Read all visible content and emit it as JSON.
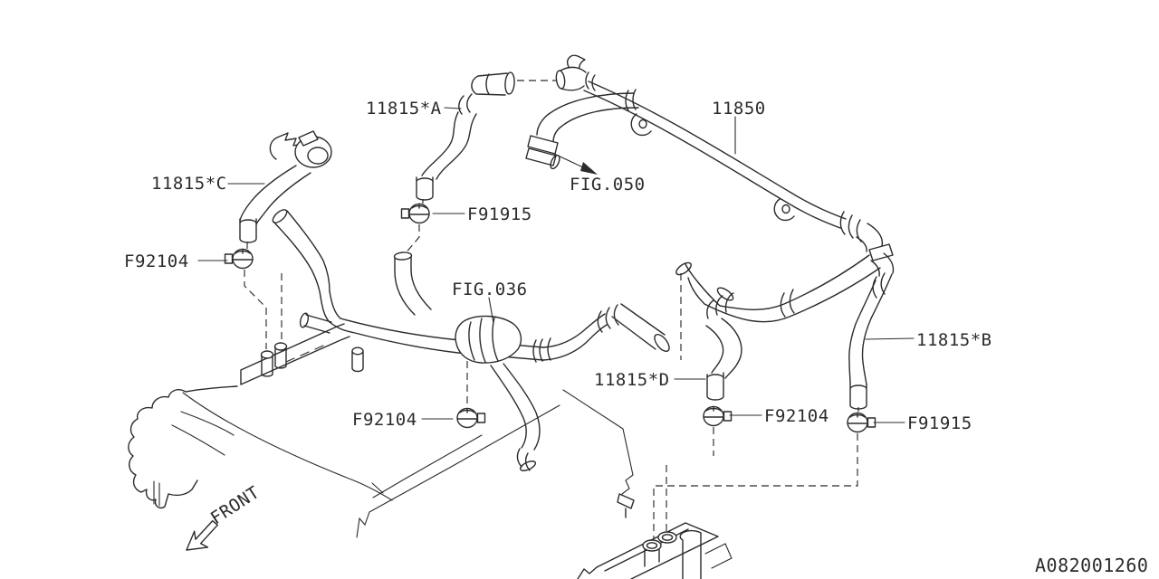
{
  "diagram": {
    "type": "parts-line-diagram",
    "subject": "emission-control-pcv-hoses",
    "drawing_number": "A082001260",
    "line_color": "#2b2b2b",
    "background_color": "#ffffff"
  },
  "labels": {
    "hose_a": "11815*A",
    "hose_b": "11815*B",
    "hose_c": "11815*C",
    "hose_d": "11815*D",
    "pipe_11850": "11850",
    "fig_050": "FIG.050",
    "fig_036": "FIG.036",
    "clamp_f91915_top": "F91915",
    "clamp_f91915_bottom": "F91915",
    "clamp_f92104_left": "F92104",
    "clamp_f92104_center": "F92104",
    "clamp_f92104_right": "F92104",
    "front": "FRONT",
    "drawing_number": "A082001260"
  }
}
